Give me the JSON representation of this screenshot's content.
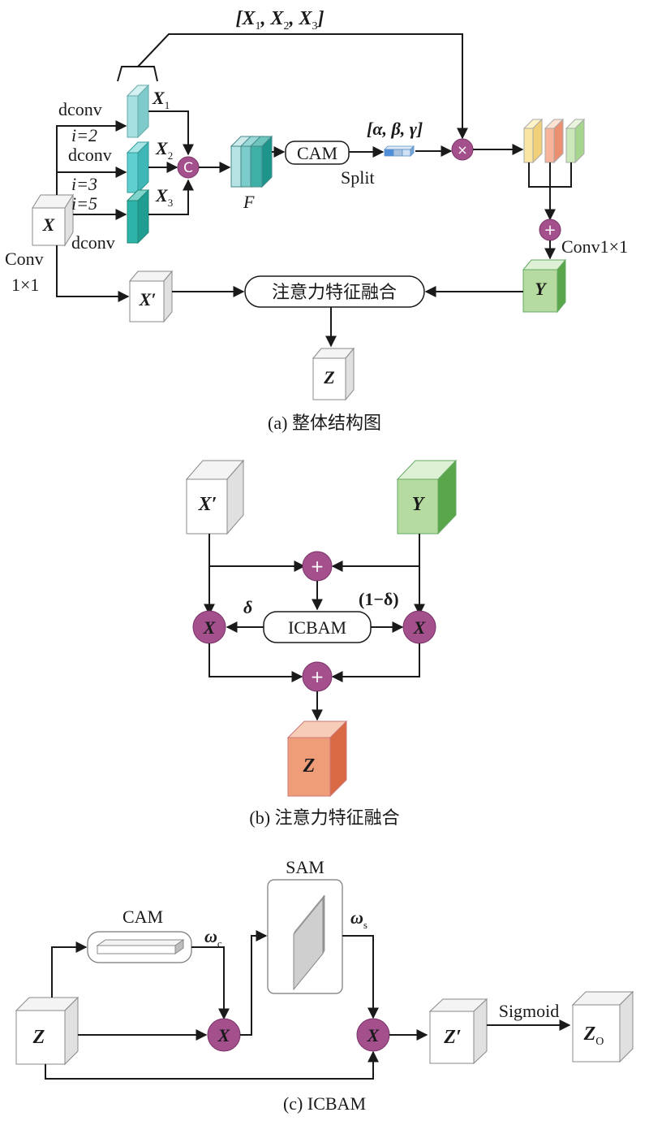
{
  "colors": {
    "op_circle": "#a3508d",
    "cube_white": "#ffffff",
    "cube_green": "#b5dba0",
    "cube_orange": "#ee9d78",
    "feature_light": "#a7e0e0",
    "feature_mid": "#5fcfcf",
    "feature_dark": "#2db3a8"
  },
  "panel_a": {
    "caption": "(a) 整体结构图",
    "top_concat": "[X1, X2, X3]",
    "x_label": "X",
    "x1": "X1",
    "x2": "X2",
    "x3": "X3",
    "dconv1": "dconv",
    "dconv2": "dconv",
    "dconv3": "dconv",
    "i2": "i=2",
    "i3": "i=3",
    "i5": "i=5",
    "concat_op": "C",
    "f_label": "F",
    "cam": "CAM",
    "split": "Split",
    "weights": "[α, β, γ]",
    "mul_op": "×",
    "add_op": "+",
    "conv_right": "Conv1×1",
    "conv_left_1": "Conv",
    "conv_left_2": "1×1",
    "x_prime": "X′",
    "fusion": "注意力特征融合",
    "y_label": "Y",
    "z_label": "Z"
  },
  "panel_b": {
    "caption": "(b) 注意力特征融合",
    "x_prime": "X′",
    "y_label": "Y",
    "add_op": "+",
    "mul_op": "X",
    "delta": "δ",
    "one_minus_delta": "(1−δ)",
    "icbam": "ICBAM",
    "z_label": "Z"
  },
  "panel_c": {
    "caption": "(c) ICBAM",
    "sam": "SAM",
    "cam": "CAM",
    "omega_c": "ωc",
    "omega_s": "ωs",
    "z_label": "Z",
    "mul_op": "X",
    "z_prime": "Z′",
    "sigmoid": "Sigmoid",
    "zo": "ZO"
  }
}
